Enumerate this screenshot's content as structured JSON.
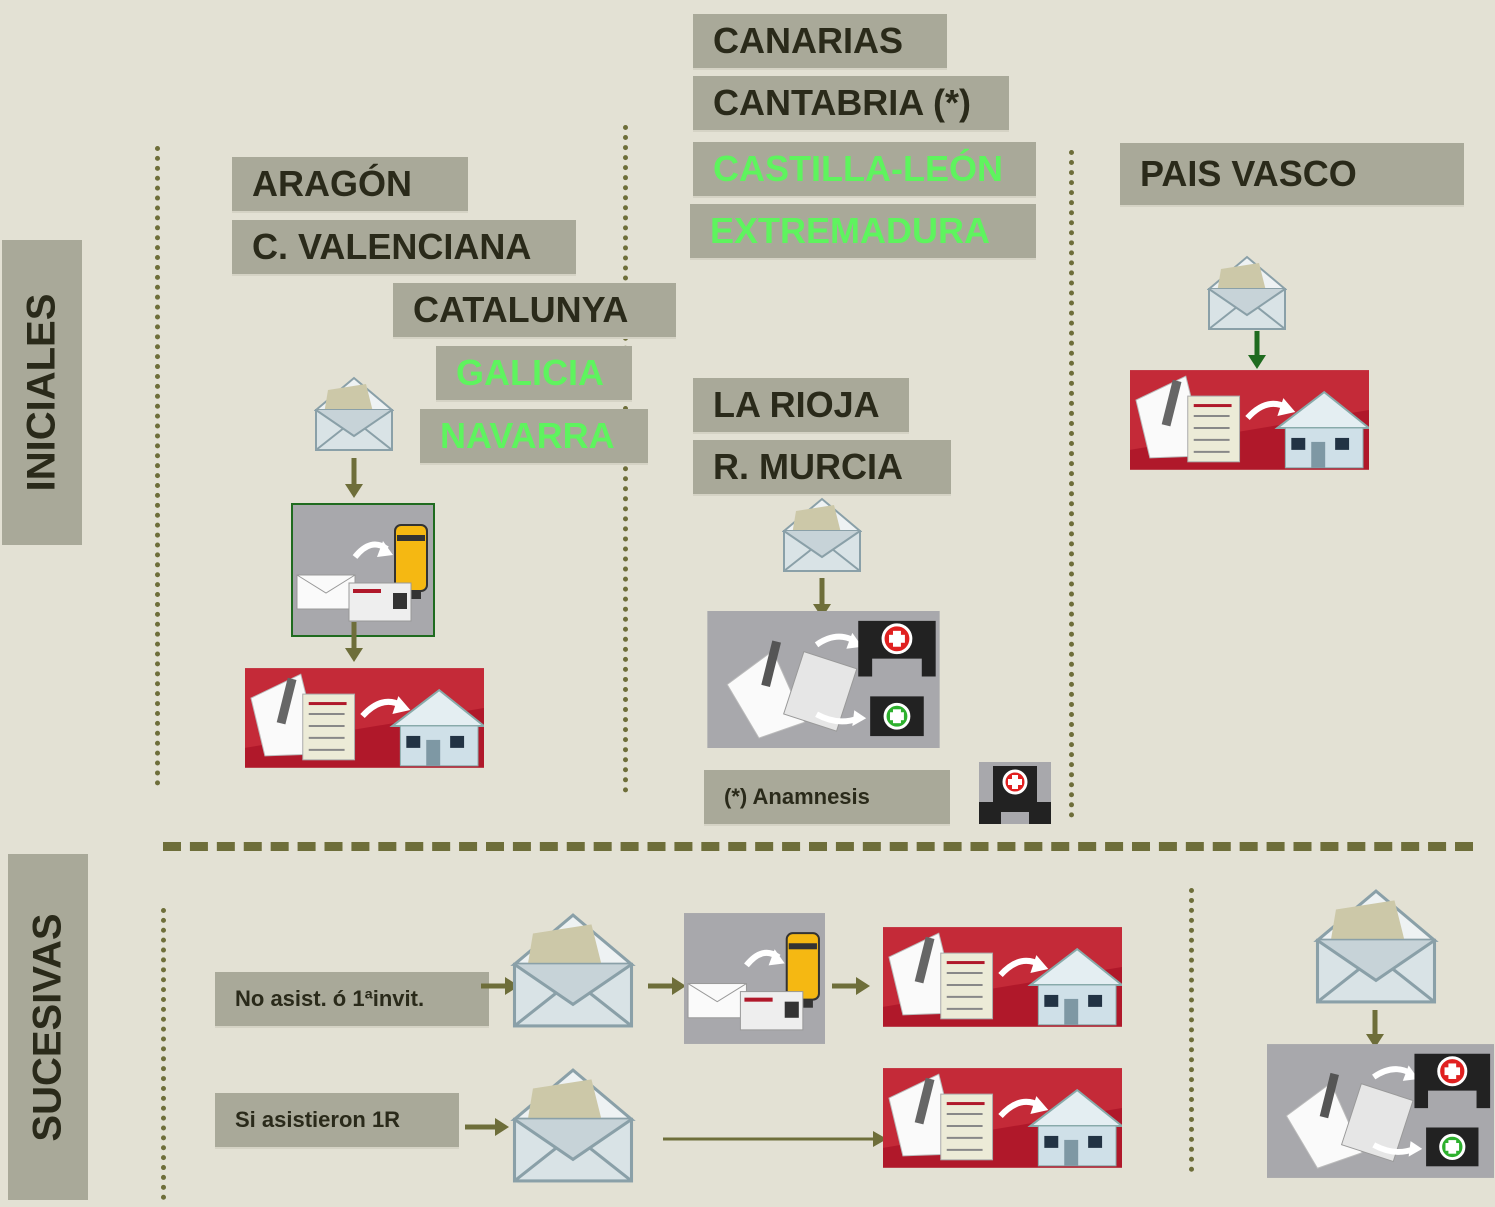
{
  "sections": {
    "initial": "INICIALES",
    "successive": "SUCESIVAS"
  },
  "regions": {
    "aragon": "ARAGÓN",
    "valenciana": "C. VALENCIANA",
    "catalunya": "CATALUNYA",
    "galicia": "GALICIA",
    "navarra": "NAVARRA",
    "canarias": "CANARIAS",
    "cantabria": "CANTABRIA (*)",
    "castilla": "CASTILLA-LEÓN",
    "extremadura": "EXTREMADURA",
    "rioja": "LA RIOJA",
    "murcia": "R. MURCIA",
    "pais_vasco": "PAIS VASCO"
  },
  "footnote": "(*) Anamnesis",
  "successive_rows": {
    "row1": "No asist. ó 1ªinvit.",
    "row2": "Si asistieron 1R"
  },
  "icons": [
    "envelope-icon",
    "mailbox-icon",
    "home-kit-icon",
    "health-center-icon"
  ],
  "colors": {
    "background": "#e3e1d4",
    "label_bg": "#a9a999",
    "label_text": "#2a2a1a",
    "highlight_text": "#5ef45e",
    "arrow": "#6e6e3a",
    "green_arrow": "#1f6b1f",
    "kit_red": "#b0182a"
  }
}
